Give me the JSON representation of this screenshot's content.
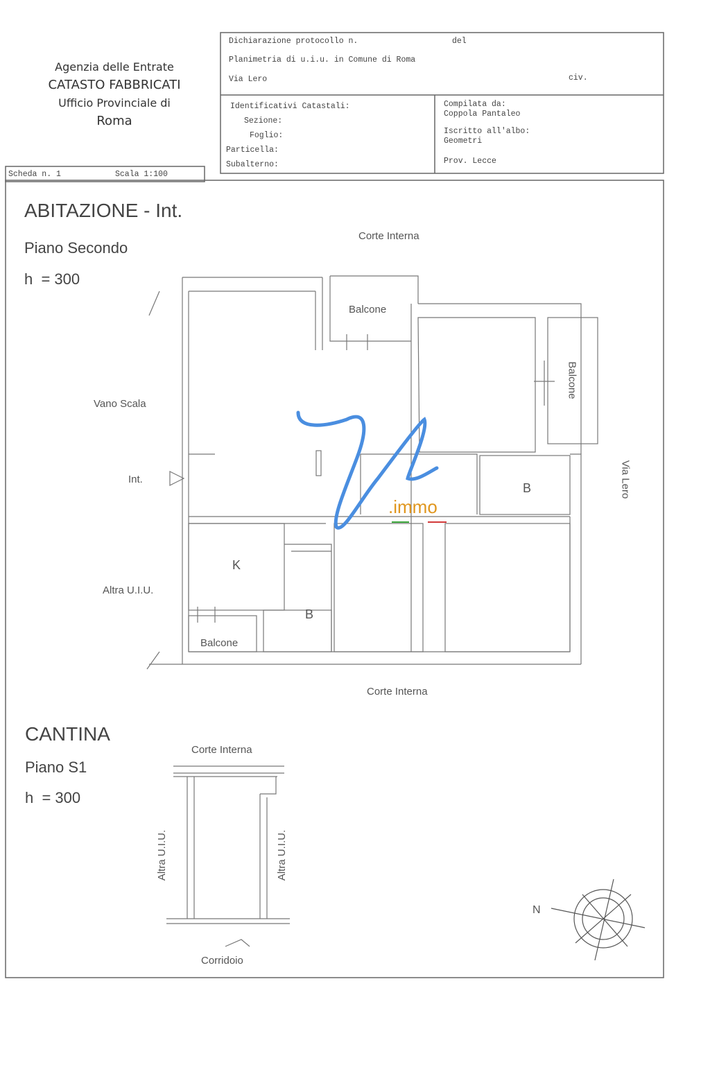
{
  "header": {
    "agency": [
      "Agenzia delle Entrate",
      "CATASTO FABBRICATI",
      "Ufficio Provinciale di",
      "Roma"
    ],
    "dichiarazione": "Dichiarazione protocollo n.",
    "del": "del",
    "planimetria": "Planimetria di u.i.u. in Comune di Roma",
    "via": "Via Lero",
    "civ": "civ.",
    "identificativi": "Identificativi Catastali:",
    "sezione": "Sezione:",
    "foglio": "Foglio:",
    "particella": "Particella:",
    "subalterno": "Subalterno:",
    "compilata": "Compilata da:",
    "compilatore": "Coppola Pantaleo",
    "iscritto": "Iscritto all'albo:",
    "albo": "Geometri",
    "prov": "Prov. Lecce",
    "scheda": "Scheda n. 1",
    "scala": "Scala 1:100"
  },
  "abitazione": {
    "title": "ABITAZIONE - Int.",
    "piano": "Piano Secondo",
    "h": "h  = 300",
    "labels": {
      "corte_top": "Corte Interna",
      "balcone_top": "Balcone",
      "balcone_right": "Balcone",
      "vano_scala": "Vano Scala",
      "int": "Int.",
      "b1": "B",
      "k": "K",
      "altra_uiu": "Altra U.I.U.",
      "b2": "B",
      "balcone_bottom": "Balcone",
      "via_lero": "Via Lero",
      "corte_bottom": "Corte Interna"
    }
  },
  "cantina": {
    "title": "CANTINA",
    "piano": "Piano S1",
    "h": "h  = 300",
    "labels": {
      "corte": "Corte Interna",
      "altra_left": "Altra U.I.U.",
      "altra_right": "Altra U.I.U.",
      "corridoio": "Corridoio"
    }
  },
  "compass": {
    "north": "N"
  },
  "watermark": {
    "text": ".immo",
    "colors": {
      "script": "#4a8ee0",
      "text": "#e0961e",
      "green": "#3aa53a",
      "red": "#d23a3a"
    }
  }
}
